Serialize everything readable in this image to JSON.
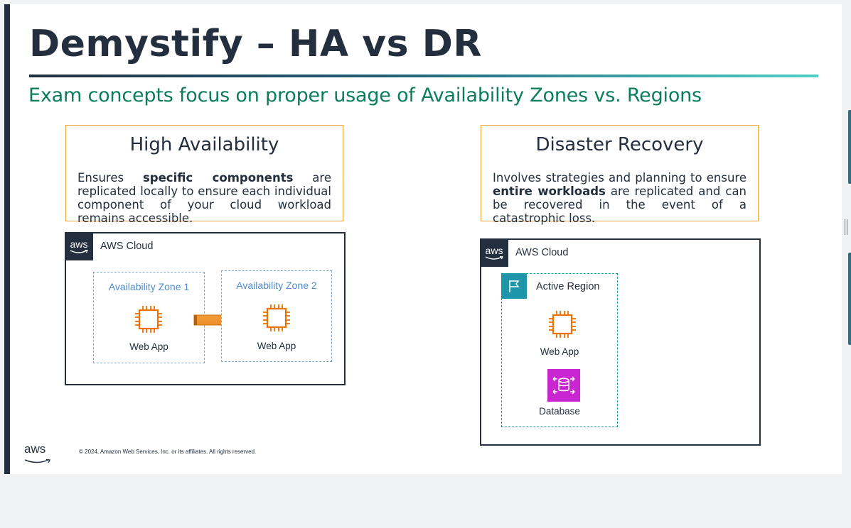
{
  "slide": {
    "title": "Demystify – HA vs DR",
    "subtitle": "Exam concepts focus on proper usage of Availability Zones vs. Regions"
  },
  "ha": {
    "heading": "High Availability",
    "desc_pre": "Ensures ",
    "desc_bold": "specific components",
    "desc_post": " are replicated locally to ensure each individual component of your cloud workload remains accessible.",
    "diagram": {
      "cloud_badge": "aws",
      "cloud_label": "AWS Cloud",
      "zones": [
        {
          "label": "Availability Zone 1",
          "service": "Web App"
        },
        {
          "label": "Availability Zone 2",
          "service": "Web App"
        }
      ]
    }
  },
  "dr": {
    "heading": "Disaster Recovery",
    "desc_pre": "Involves strategies and planning to ensure ",
    "desc_bold": "entire workloads",
    "desc_post": " are replicated and can be recovered in the event of a catastrophic loss.",
    "diagram": {
      "cloud_badge": "aws",
      "cloud_label": "AWS Cloud",
      "region_label": "Active Region",
      "services": [
        "Web App",
        "Database"
      ]
    }
  },
  "footer": {
    "logo_text": "aws",
    "copyright": "© 2024, Amazon Web Services, Inc. or its affiliates. All rights reserved."
  },
  "icons": {
    "chip": "ec2-instance-icon",
    "database": "rds-database-icon",
    "region_flag": "region-flag-icon",
    "arrow": "replication-arrow-icon"
  },
  "colors": {
    "accent_orange": "#f0a53a",
    "dark_navy": "#232f3e",
    "subtitle_green": "#0b7d5a",
    "az_blue": "#4f8cc9",
    "region_teal": "#1e95a8",
    "db_magenta": "#c925d1",
    "ec2_orange": "#ed7100"
  }
}
